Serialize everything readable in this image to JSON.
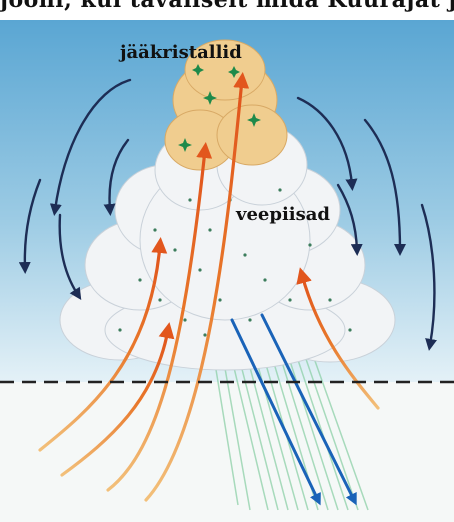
{
  "caption": "jooni, kui tavaliselt mida Kuurajat ja",
  "labels": {
    "ice_crystals": "jääkristallid",
    "water_droplets": "veepiisad"
  },
  "colors": {
    "sky_top": "#5aa6d3",
    "sky_bottom": "#d8ecf5",
    "cloud": "#f2f4f6",
    "cloud_top": "#f0cd8f",
    "updraft": "#e35d1f",
    "downdraft": "#1d2d55",
    "rain": "#1a63b8",
    "rain_light": "#8dd0a8",
    "ground_line": "#222222"
  }
}
